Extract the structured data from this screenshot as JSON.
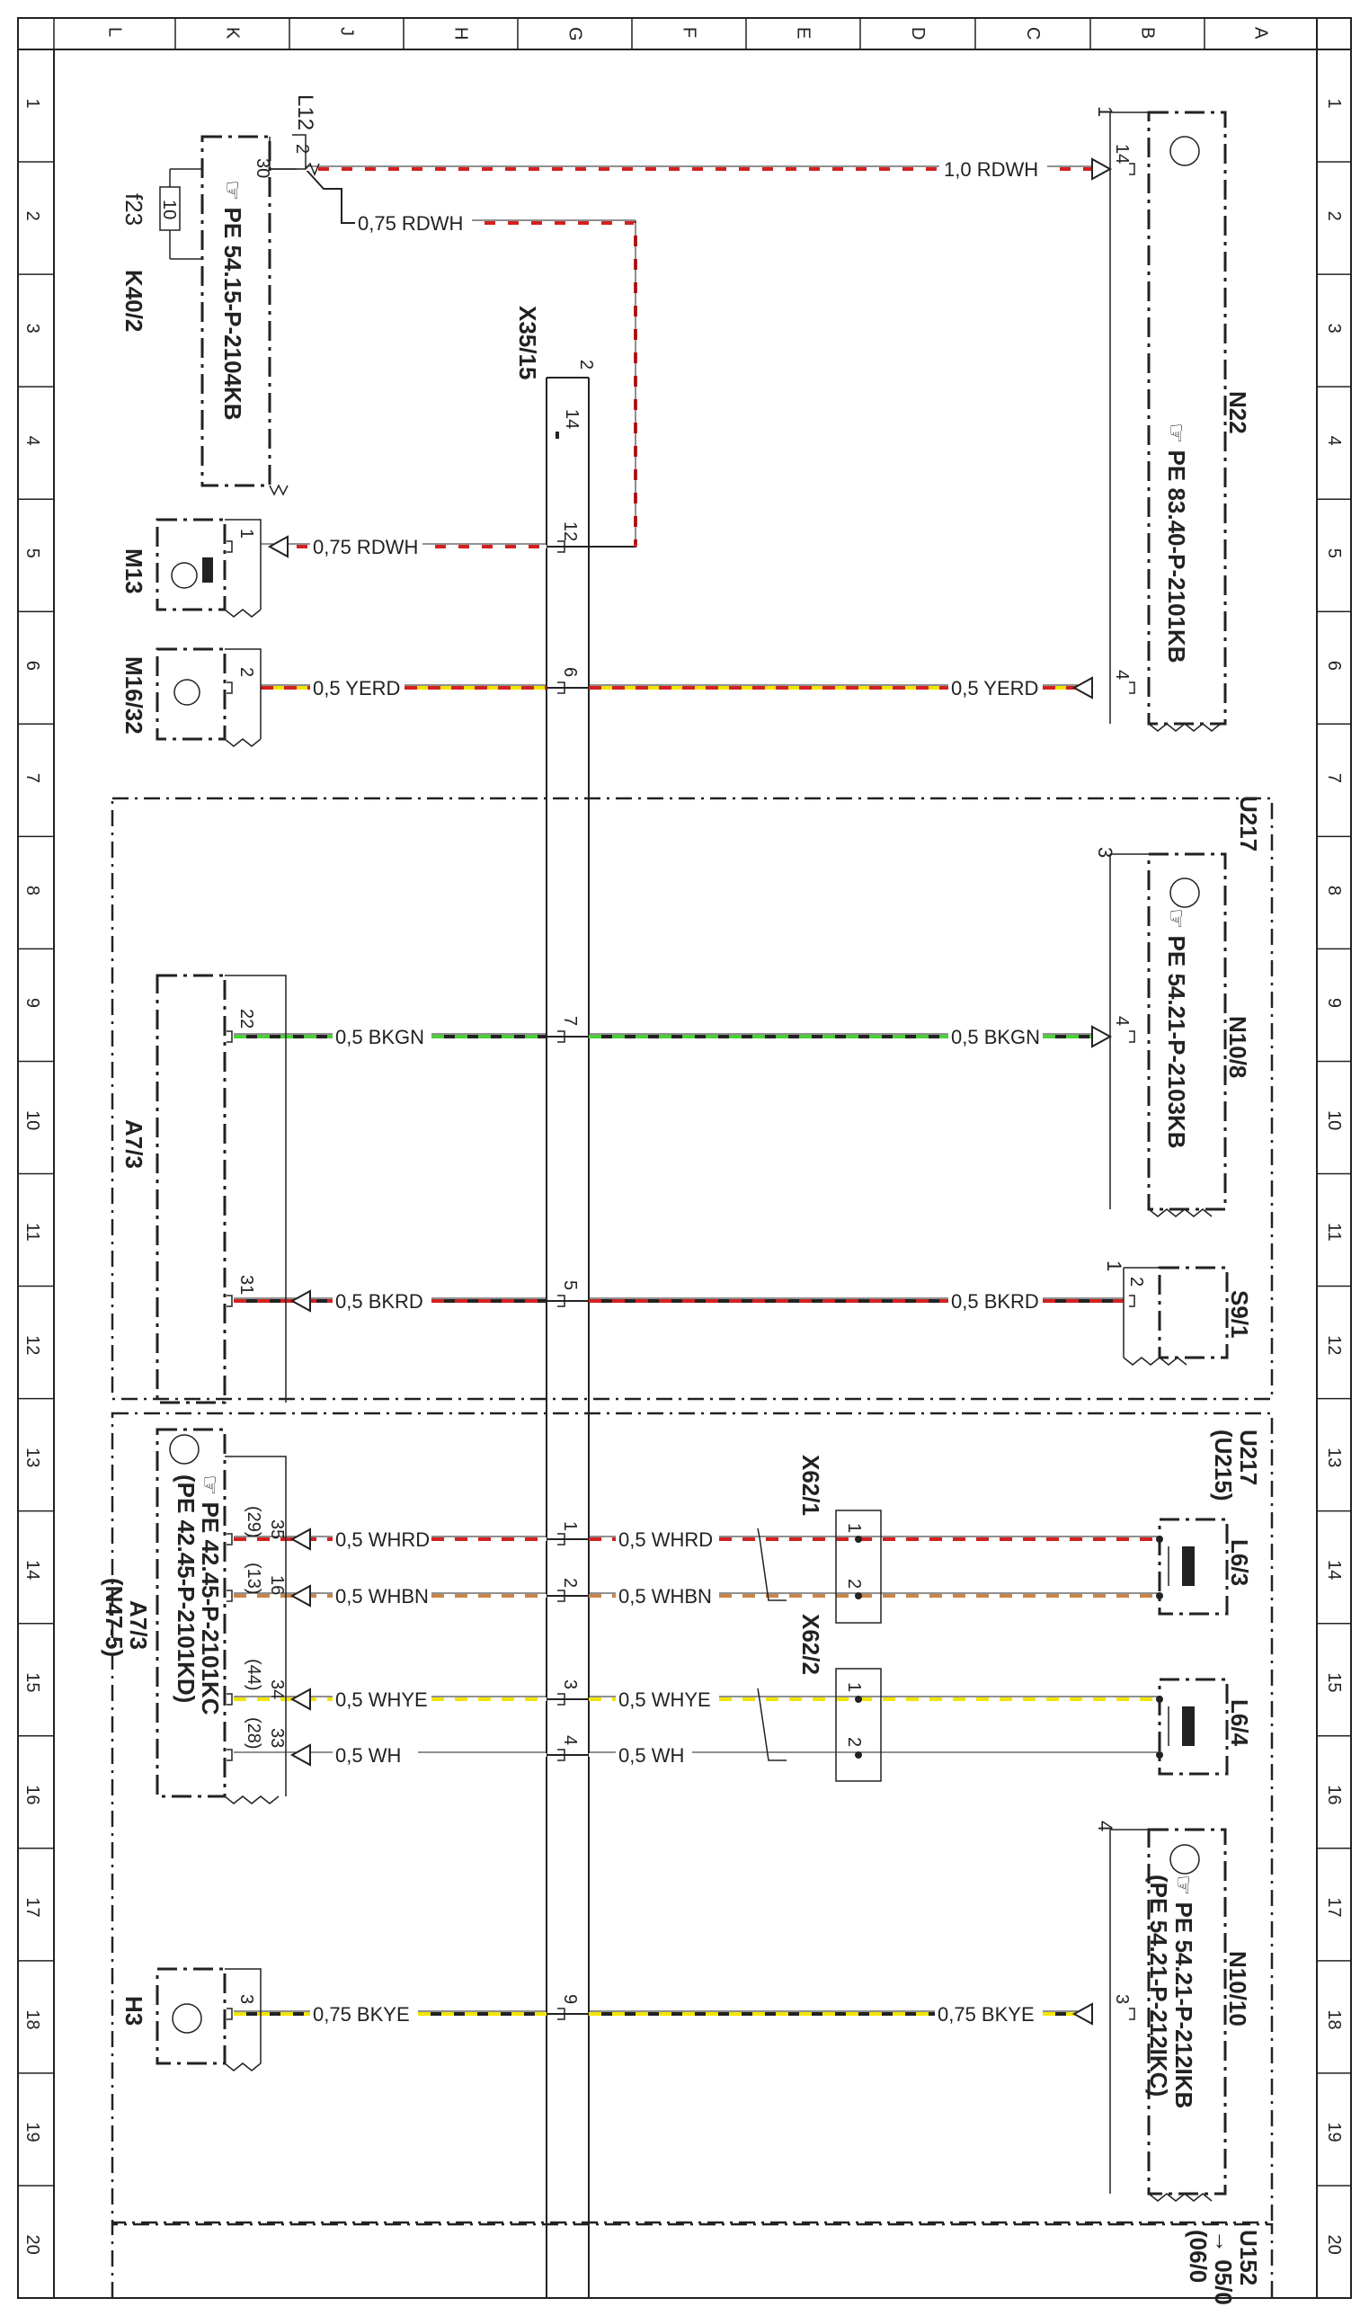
{
  "columns": [
    "L",
    "K",
    "J",
    "H",
    "G",
    "F",
    "E",
    "D",
    "C",
    "B",
    "A"
  ],
  "rows": [
    "1",
    "2",
    "3",
    "4",
    "5",
    "6",
    "7",
    "8",
    "9",
    "10",
    "11",
    "12",
    "13",
    "14",
    "15",
    "16",
    "17",
    "18",
    "19",
    "20"
  ],
  "components": {
    "k40_2": {
      "name": "K40/2",
      "ref": "PE 54.15-P-2104KB",
      "fuse": "f23",
      "fuse_val": "10",
      "pin_a": "30",
      "pin_b": "2"
    },
    "l12": {
      "name": "L12"
    },
    "x35_15": {
      "name": "X35/15",
      "pin_top": "2",
      "pin_14": "14"
    },
    "m13": {
      "name": "M13",
      "pin": "1"
    },
    "m16_32": {
      "name": "M16/32",
      "pin": "2"
    },
    "n22": {
      "name": "N22",
      "ref": "PE 83.40-P-2101KB",
      "pin_14": "14",
      "pin_4": "4",
      "corner": "1"
    },
    "u217": {
      "name": "U217"
    },
    "n10_8": {
      "name": "N10/8",
      "ref": "PE 54.21-P-2103KB",
      "pin": "4",
      "corner": "3"
    },
    "a7_3_top": {
      "name": "A7/3",
      "pin_22": "22",
      "pin_31": "31"
    },
    "s9_1": {
      "name": "S9/1",
      "pin": "2",
      "corner": "1"
    },
    "u217_u215": {
      "line1": "U217",
      "line2": "(U215)"
    },
    "a7_3_bottom": {
      "name": "A7/3",
      "sub": "(N47-5)",
      "ref1": "PE 42.45-P-2101KC",
      "ref2": "(PE 42.45-P-2101KD)"
    },
    "x62_1": {
      "name": "X62/1"
    },
    "x62_2": {
      "name": "X62/2"
    },
    "l6_3": {
      "name": "L6/3"
    },
    "l6_4": {
      "name": "L6/4"
    },
    "n10_10": {
      "name": "N10/10",
      "ref1": "PE 54.21-P-212IKB",
      "ref2": "(PE 54.21-P-212IKC)",
      "pin": "3",
      "corner": "4"
    },
    "h3": {
      "name": "H3",
      "pin": "3"
    },
    "u152": {
      "line1": "U152",
      "line2": "→ 05/0",
      "line3": "(06/0"
    }
  },
  "wires": [
    {
      "id": "w1",
      "label": "1,0 RDWH",
      "colors": [
        "#d42020",
        "#ffffff"
      ]
    },
    {
      "id": "w2",
      "label": "0,75 RDWH",
      "colors": [
        "#d42020",
        "#ffffff"
      ]
    },
    {
      "id": "w3",
      "label": "0,75 RDWH",
      "colors": [
        "#d42020",
        "#ffffff"
      ]
    },
    {
      "id": "w4a",
      "label": "0,5 YERD",
      "colors": [
        "#f2e600",
        "#d42020"
      ]
    },
    {
      "id": "w4b",
      "label": "0,5 YERD",
      "colors": [
        "#f2e600",
        "#d42020"
      ]
    },
    {
      "id": "w5a",
      "label": "0,5 BKGN",
      "colors": [
        "#222222",
        "#4ccf3a"
      ]
    },
    {
      "id": "w5b",
      "label": "0,5 BKGN",
      "colors": [
        "#222222",
        "#4ccf3a"
      ]
    },
    {
      "id": "w6a",
      "label": "0,5 BKRD",
      "colors": [
        "#222222",
        "#d42020"
      ]
    },
    {
      "id": "w6b",
      "label": "0,5 BKRD",
      "colors": [
        "#222222",
        "#d42020"
      ]
    },
    {
      "id": "w7a",
      "label": "0,5 WHRD",
      "colors": [
        "#ffffff",
        "#d42020"
      ]
    },
    {
      "id": "w7b",
      "label": "0,5 WHRD",
      "colors": [
        "#ffffff",
        "#d42020"
      ]
    },
    {
      "id": "w8a",
      "label": "0,5 WHBN",
      "colors": [
        "#ffffff",
        "#c8864a"
      ]
    },
    {
      "id": "w8b",
      "label": "0,5 WHBN",
      "colors": [
        "#ffffff",
        "#c8864a"
      ]
    },
    {
      "id": "w9a",
      "label": "0,5 WHYE",
      "colors": [
        "#ffffff",
        "#f2e600"
      ]
    },
    {
      "id": "w9b",
      "label": "0,5 WHYE",
      "colors": [
        "#ffffff",
        "#f2e600"
      ]
    },
    {
      "id": "w10a",
      "label": "0,5 WH",
      "colors": [
        "#ffffff",
        "#ffffff"
      ]
    },
    {
      "id": "w10b",
      "label": "0,5 WH",
      "colors": [
        "#ffffff",
        "#ffffff"
      ]
    },
    {
      "id": "w11a",
      "label": "0,75 BKYE",
      "colors": [
        "#222222",
        "#f2e600"
      ]
    },
    {
      "id": "w11b",
      "label": "0,75 BKYE",
      "colors": [
        "#222222",
        "#f2e600"
      ]
    }
  ],
  "x35_pins": {
    "p12": "12",
    "p6": "6",
    "p7": "7",
    "p5": "5",
    "p1": "1",
    "p2": "2",
    "p3": "3",
    "p4": "4",
    "p9": "9"
  },
  "a7_pins": {
    "p35": "35",
    "p29": "(29)",
    "p16": "16",
    "p13": "(13)",
    "p34": "34",
    "p44": "(44)",
    "p33": "33",
    "p28": "(28)"
  },
  "connector_pins": {
    "x1a": "1",
    "x1b": "2",
    "x2a": "1",
    "x2b": "2"
  }
}
